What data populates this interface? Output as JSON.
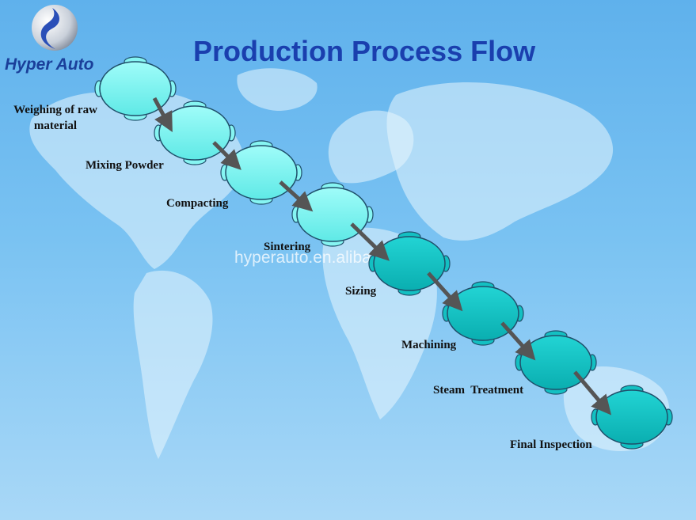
{
  "logo": {
    "text": "Hyper Auto"
  },
  "title": "Production Process Flow",
  "watermark": "hyperauto.en.alibaba.com",
  "steps": [
    {
      "label_line1": "Weighing of raw",
      "label_line2": "material"
    },
    {
      "label": "Mixing Powder"
    },
    {
      "label": "Compacting"
    },
    {
      "label": "Sintering"
    },
    {
      "label": "Sizing"
    },
    {
      "label": "Machining"
    },
    {
      "label": "Steam  Treatment"
    },
    {
      "label": "Final Inspection"
    }
  ],
  "colors": {
    "light_step": "#7ff7f4",
    "dark_step": "#12c8c8",
    "arrow": "#555555",
    "title": "#1a3fae"
  }
}
